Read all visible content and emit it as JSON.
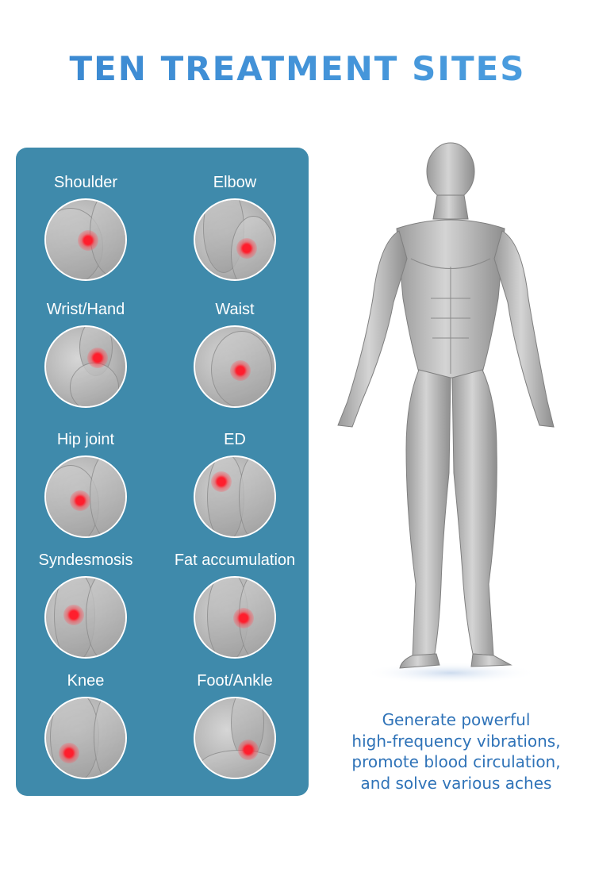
{
  "title": "TEN TREATMENT SITES",
  "colors": {
    "title": "#3f8cd2",
    "panel": "#3f8aab",
    "dot": "#ff1e2d",
    "caption": "#2f73b8"
  },
  "sites": [
    {
      "label": "Shoulder"
    },
    {
      "label": "Elbow"
    },
    {
      "label": "Wrist/Hand"
    },
    {
      "label": "Waist"
    },
    {
      "label": "Hip joint"
    },
    {
      "label": "ED"
    },
    {
      "label": "Syndesmosis"
    },
    {
      "label": "Fat accumulation"
    },
    {
      "label": "Knee"
    },
    {
      "label": "Foot/Ankle"
    }
  ],
  "caption": {
    "line1": "Generate powerful",
    "line2": "high-frequency vibrations,",
    "line3": "promote blood circulation,",
    "line4": "and solve various aches"
  }
}
